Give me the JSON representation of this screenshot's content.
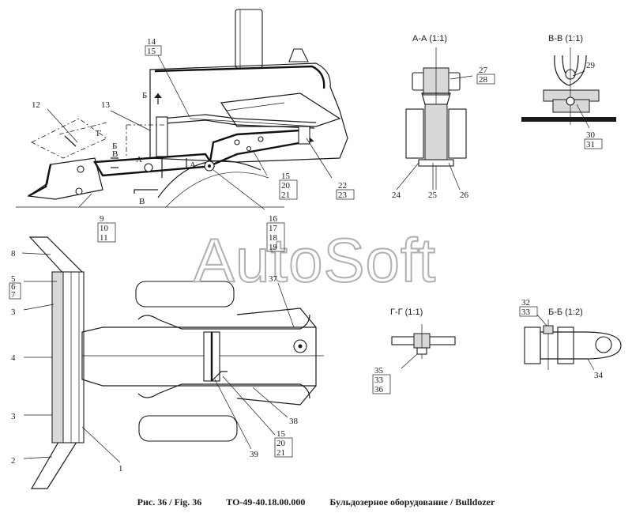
{
  "watermark": "AutoSoft",
  "caption": {
    "figure": "Рис. 36 / Fig. 36",
    "code": "ТО-49-40.18.00.000",
    "title": "Бульдозерное оборудование / Bulldozer"
  },
  "sections": {
    "aa": "А-А (1:1)",
    "vv": "В-В (1:1)",
    "gg": "Г-Г (1:1)",
    "bb": "Б-Б (1:2)"
  },
  "section_marks": {
    "b": "Б",
    "v": "В",
    "a": "А",
    "g": "Г"
  },
  "callouts": {
    "c1": "1",
    "c2": "2",
    "c3": "3",
    "c4": "4",
    "c5": "5",
    "c6": "6",
    "c7": "7",
    "c8": "8",
    "c9": "9",
    "c10": "10",
    "c11": "11",
    "c12": "12",
    "c13": "13",
    "c14": "14",
    "c15": "15",
    "c16": "16",
    "c17": "17",
    "c18": "18",
    "c19": "19",
    "c20": "20",
    "c21": "21",
    "c22": "22",
    "c23": "23",
    "c24": "24",
    "c25": "25",
    "c26": "26",
    "c27": "27",
    "c28": "28",
    "c29": "29",
    "c30": "30",
    "c31": "31",
    "c32": "32",
    "c33": "33",
    "c34": "34",
    "c35": "35",
    "c36": "36",
    "c37": "37",
    "c38": "38",
    "c39": "39"
  }
}
